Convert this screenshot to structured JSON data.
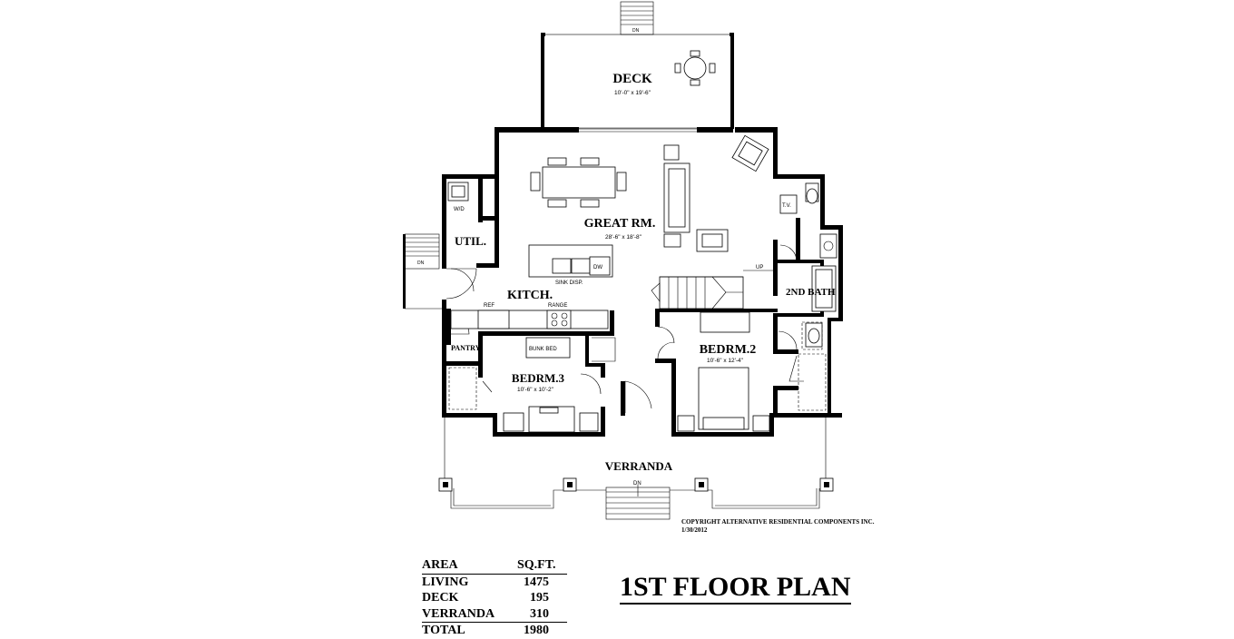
{
  "rooms": {
    "deck": {
      "name": "DECK",
      "dims": "10'-0\" x 19'-6\""
    },
    "great_room": {
      "name": "GREAT RM.",
      "dims": "28'-6\" x 18'-8\""
    },
    "kitchen": {
      "name": "KITCH."
    },
    "utility": {
      "name": "UTIL."
    },
    "bedroom2": {
      "name": "BEDRM.2",
      "dims": "10'-6\" x 12'-4\""
    },
    "bedroom3": {
      "name": "BEDRM.3",
      "dims": "10'-6\" x 10'-2\""
    },
    "second_bath": {
      "name": "2ND BATH"
    },
    "pantry": {
      "name": "PANTRY"
    },
    "verranda": {
      "name": "VERRANDA"
    }
  },
  "fixture_labels": {
    "dn": "DN",
    "up": "UP",
    "wd": "W/D",
    "tv": "T.V.",
    "ref": "REF",
    "range": "RANGE",
    "dw": "DW",
    "sink_disp": "SINK DISP.",
    "bunk_bed": "BUNK BED"
  },
  "copyright": {
    "line1": "COPYRIGHT ALTERNATIVE RESIDENTIAL COMPONENTS INC.",
    "line2": "1/30/2012"
  },
  "area_table": {
    "header": {
      "area": "AREA",
      "sqft": "SQ.FT."
    },
    "rows": [
      {
        "area": "LIVING",
        "sqft": "1475"
      },
      {
        "area": "DECK",
        "sqft": "195"
      },
      {
        "area": "VERRANDA",
        "sqft": "310"
      },
      {
        "area": "TOTAL",
        "sqft": "1980"
      }
    ]
  },
  "title": "1ST FLOOR PLAN"
}
